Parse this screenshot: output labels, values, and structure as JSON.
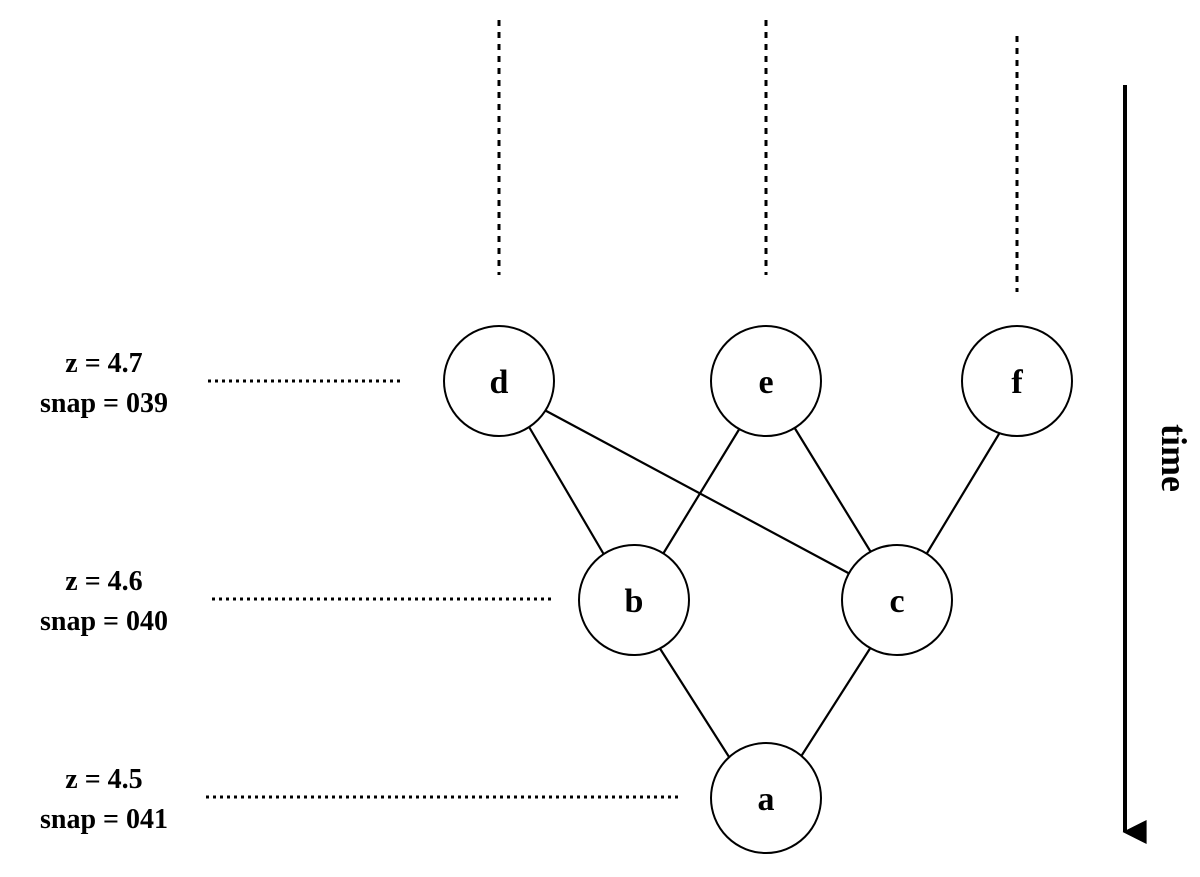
{
  "levels": [
    {
      "z_label": "z = 4.7",
      "snap_label": "snap = 039"
    },
    {
      "z_label": "z = 4.6",
      "snap_label": "snap = 040"
    },
    {
      "z_label": "z = 4.5",
      "snap_label": "snap = 041"
    }
  ],
  "nodes": {
    "d": "d",
    "e": "e",
    "f": "f",
    "b": "b",
    "c": "c",
    "a": "a"
  },
  "edges": [
    {
      "from": "d",
      "to": "b"
    },
    {
      "from": "d",
      "to": "c"
    },
    {
      "from": "e",
      "to": "b"
    },
    {
      "from": "e",
      "to": "c"
    },
    {
      "from": "f",
      "to": "c"
    },
    {
      "from": "b",
      "to": "a"
    },
    {
      "from": "c",
      "to": "a"
    }
  ],
  "time_axis": {
    "label": "time"
  },
  "colors": {
    "ink": "#000000",
    "background": "#ffffff"
  }
}
